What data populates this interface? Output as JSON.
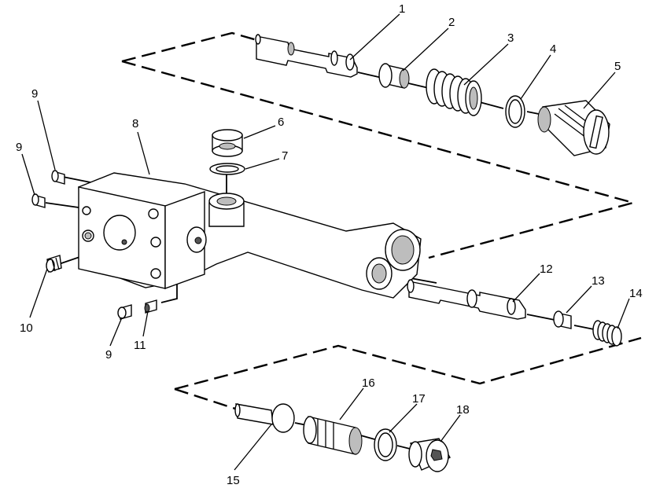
{
  "callouts": [
    {
      "id": "1",
      "text": "1"
    },
    {
      "id": "2",
      "text": "2"
    },
    {
      "id": "3",
      "text": "3"
    },
    {
      "id": "4",
      "text": "4"
    },
    {
      "id": "5",
      "text": "5"
    },
    {
      "id": "6",
      "text": "6"
    },
    {
      "id": "7",
      "text": "7"
    },
    {
      "id": "8",
      "text": "8"
    },
    {
      "id": "9a",
      "text": "9"
    },
    {
      "id": "9b",
      "text": "9"
    },
    {
      "id": "9c",
      "text": "9"
    },
    {
      "id": "10",
      "text": "10"
    },
    {
      "id": "11",
      "text": "11"
    },
    {
      "id": "12",
      "text": "12"
    },
    {
      "id": "13",
      "text": "13"
    },
    {
      "id": "14",
      "text": "14"
    },
    {
      "id": "15",
      "text": "15"
    },
    {
      "id": "16",
      "text": "16"
    },
    {
      "id": "17",
      "text": "17"
    },
    {
      "id": "18",
      "text": "18"
    }
  ]
}
